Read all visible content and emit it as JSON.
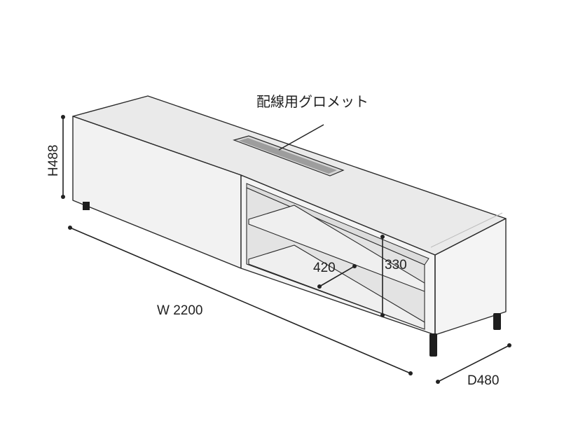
{
  "labels": {
    "height": "H488",
    "width": "W 2200",
    "depth": "D480",
    "shelf_height": "330",
    "shelf_depth": "420",
    "grommet": "配線用グロメット"
  },
  "colors": {
    "top": "#eaeaea",
    "front": "#f2f2f2",
    "side": "#f4f4f4",
    "inner_dark": "#e3e3e3",
    "line": "#2a2a2a",
    "feet": "#1e1e1e"
  }
}
